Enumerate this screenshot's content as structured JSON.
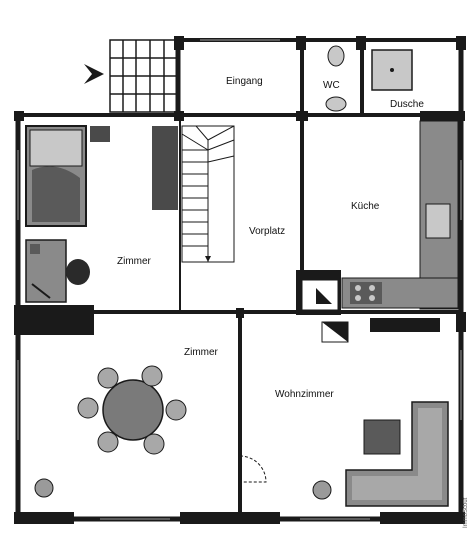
{
  "rooms": {
    "eingang": "Eingang",
    "wc": "WC",
    "dusche": "Dusche",
    "kueche": "Küche",
    "zimmer_top": "Zimmer",
    "vorplatz": "Vorplatz",
    "zimmer_bottom": "Zimmer",
    "wohnzimmer": "Wohnzimmer"
  },
  "watermark": "ImmoScout",
  "colors": {
    "wall": "#1a1a1a",
    "furniture_dark": "#4a4a4a",
    "furniture_mid": "#8a8a8a",
    "furniture_light": "#c8c8c8"
  }
}
